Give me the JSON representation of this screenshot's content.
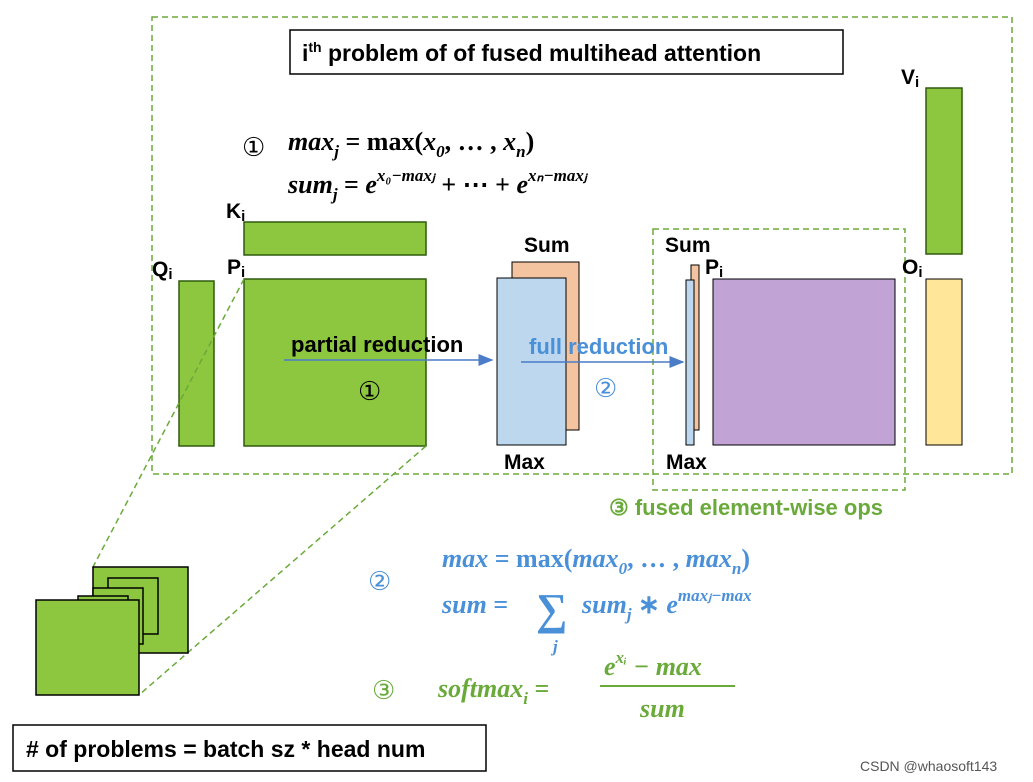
{
  "title": {
    "prefix_i": "i",
    "prefix_th": "th",
    "text": " problem of of fused multihead attention"
  },
  "footer": "# of problems = batch sz * head num",
  "watermark": "CSDN @whaosoft143",
  "labels": {
    "K": "K",
    "K_sub": "i",
    "Q": "Q",
    "Q_sub": "i",
    "P": "P",
    "P_sub": "i",
    "V": "V",
    "V_sub": "i",
    "O": "O",
    "O_sub": "i",
    "P2": "P",
    "P2_sub": "i",
    "sum1": "Sum",
    "max1": "Max",
    "sum2": "Sum",
    "max2": "Max"
  },
  "arrows": {
    "partial": "partial reduction",
    "full": "full reduction"
  },
  "steps": {
    "one": "①",
    "one_inner": "①",
    "two_inner": "②",
    "two": "②",
    "three": "③",
    "fused_ops": "③  fused element-wise ops"
  },
  "formulas": {
    "f1_lhs": "max",
    "f1_sub": "j",
    "f1_rhs_fn": " = max(",
    "f1_x0": "x",
    "f1_x0_sub": "0",
    "f1_mid": ", … , ",
    "f1_xn": "x",
    "f1_xn_sub": "n",
    "f1_end": ")",
    "f2_lhs": "sum",
    "f2_sub": "j",
    "f2_eq": " = ",
    "f2_e1": "e",
    "f2_exp1": "x₀−maxⱼ",
    "f2_mid": " + ⋯ + ",
    "f2_e2": "e",
    "f2_exp2": "xₙ−maxⱼ",
    "f3_lhs": "max",
    "f3_eq": " = max(",
    "f3_a": "max",
    "f3_a_sub": "0",
    "f3_mid": ", … , ",
    "f3_b": "max",
    "f3_b_sub": "n",
    "f3_end": ")",
    "f4_lhs": "sum",
    "f4_eq": " = ",
    "f4_sigma": "∑",
    "f4_sigma_sub": "j",
    "f4_term": "sum",
    "f4_term_sub": "j",
    "f4_times": " ∗ ",
    "f4_e": "e",
    "f4_exp": "maxⱼ−max",
    "f5_lhs": "softmax",
    "f5_sub": "i",
    "f5_eq": " = ",
    "f5_num_e": "e",
    "f5_num_exp": "xᵢ",
    "f5_num_rest": " − max",
    "f5_den": "sum"
  },
  "colors": {
    "green": "#8dc63f",
    "green_edge": "#2e5a0e",
    "blue_box": "#bdd7ee",
    "orange_box": "#f4c3a0",
    "purple": "#c2a3d6",
    "yellow": "#ffe699",
    "dash_green": "#6aaa3a",
    "arrow_blue": "#4a7cc7",
    "text_blue": "#4a90d9",
    "text_green": "#6aaa3a"
  }
}
